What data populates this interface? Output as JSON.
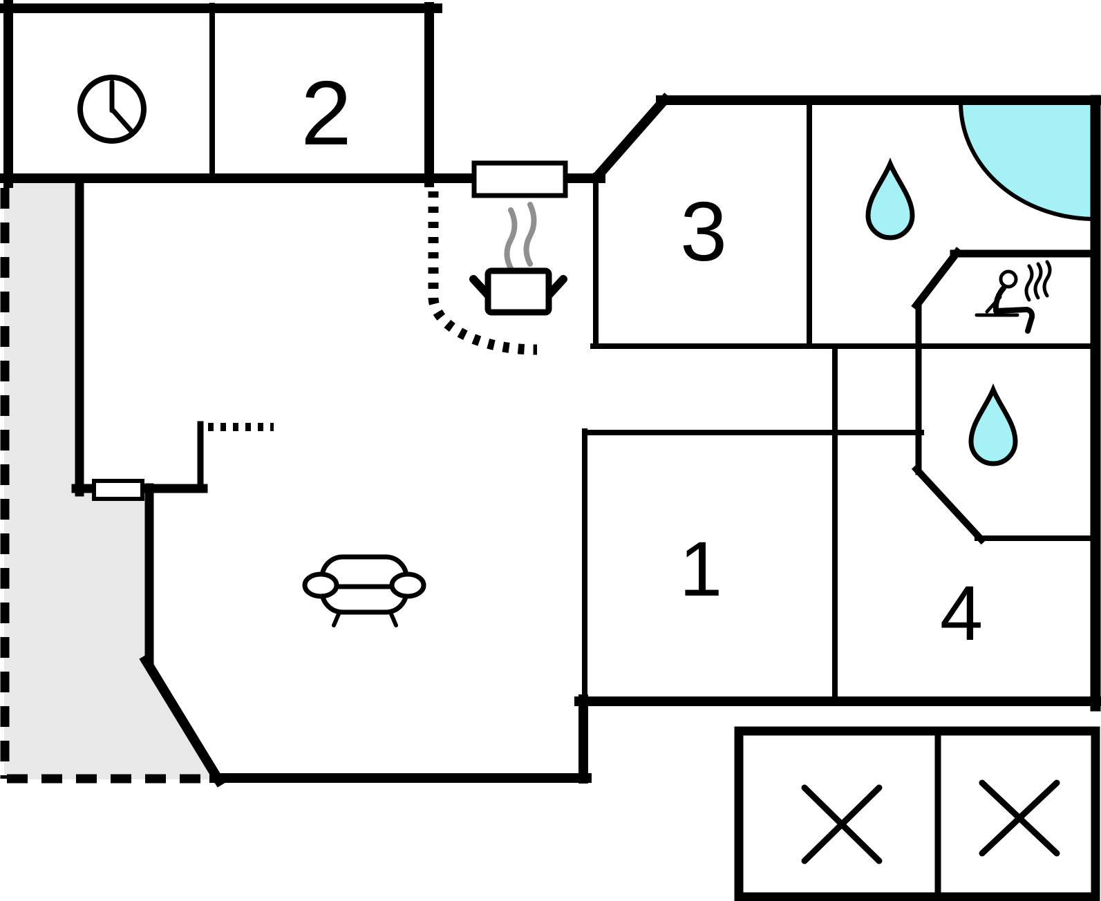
{
  "floorplan": {
    "rooms": [
      {
        "id": "room-1",
        "label": "1"
      },
      {
        "id": "room-2",
        "label": "2"
      },
      {
        "id": "room-3",
        "label": "3"
      },
      {
        "id": "room-4",
        "label": "4"
      }
    ],
    "colors": {
      "wall": "#000000",
      "terrace_fill": "#e8e8e8",
      "water_fill": "#a6f1f6",
      "steam_gray": "#8f8f8f",
      "background": "#ffffff"
    },
    "icons": {
      "clock": "clock-icon",
      "cooking_pot": "cooking-pot-icon",
      "steam": "steam-icon",
      "sofa": "sofa-icon",
      "water_drop": "water-drop-icon",
      "corner_bathtub": "corner-bathtub-icon",
      "sauna_person": "sauna-person-icon",
      "window": "window-marker",
      "door_swing": "door-swing-dashed-line",
      "cross_box": "crossed-box-marker"
    }
  }
}
